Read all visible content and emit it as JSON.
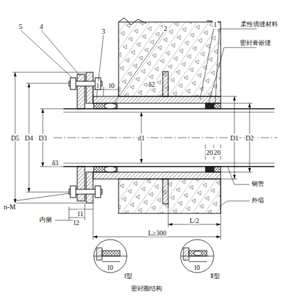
{
  "diagram": {
    "labels": [
      "5",
      "4",
      "3",
      "2",
      "1",
      "柔性填缝材料",
      "密封膏嵌缝",
      "D5",
      "D4",
      "D3",
      "d1",
      "D1",
      "D2",
      "l",
      "l0",
      "l1",
      "l2",
      "n-M",
      "δ3",
      "δ2",
      "20",
      "20",
      "钢管",
      "外墙",
      "内侧",
      "L/2",
      "L≥300",
      "l0",
      "l0",
      "Ⅰ型",
      "Ⅱ型",
      "密封圈结构"
    ]
  }
}
